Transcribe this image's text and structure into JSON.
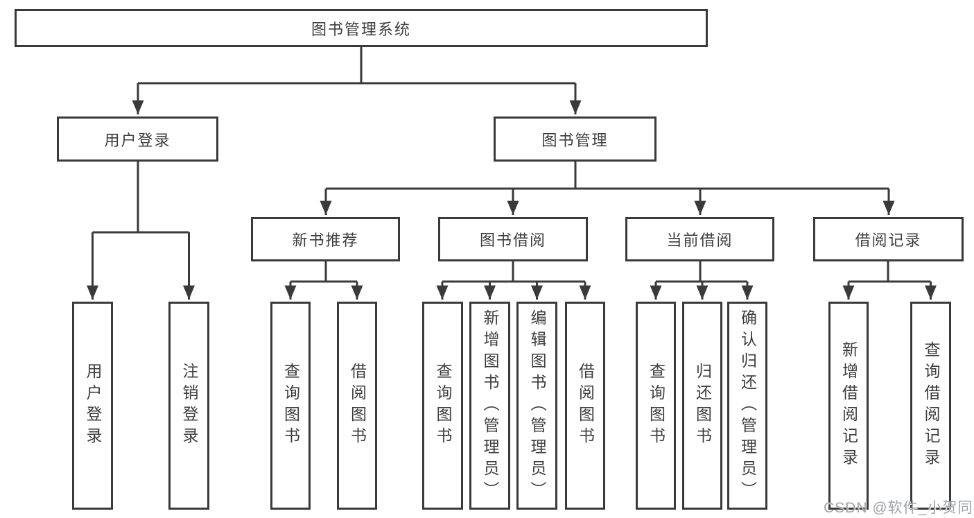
{
  "diagram_title": "图书管理系统",
  "tree": {
    "root": {
      "label": "图书管理系统"
    },
    "branches": [
      {
        "label": "用户登录",
        "children": [
          {
            "label": "用户登录"
          },
          {
            "label": "注销登录"
          }
        ]
      },
      {
        "label": "图书管理",
        "children": [
          {
            "label": "新书推荐",
            "children": [
              {
                "label": "查询图书"
              },
              {
                "label": "借阅图书"
              }
            ]
          },
          {
            "label": "图书借阅",
            "children": [
              {
                "label": "查询图书"
              },
              {
                "label": "新增图书（管理员）"
              },
              {
                "label": "编辑图书（管理员）"
              },
              {
                "label": "借阅图书"
              }
            ]
          },
          {
            "label": "当前借阅",
            "children": [
              {
                "label": "查询图书"
              },
              {
                "label": "归还图书"
              },
              {
                "label": "确认归还（管理员）"
              }
            ]
          },
          {
            "label": "借阅记录",
            "children": [
              {
                "label": "新增借阅记录"
              },
              {
                "label": "查询借阅记录"
              }
            ]
          }
        ]
      }
    ]
  },
  "colors": {
    "line": "#3a3a3a",
    "text": "#3d3d3d",
    "watermark": "#a0a3a7"
  },
  "watermark": {
    "text": "CSDN @软件_小贺同学"
  }
}
